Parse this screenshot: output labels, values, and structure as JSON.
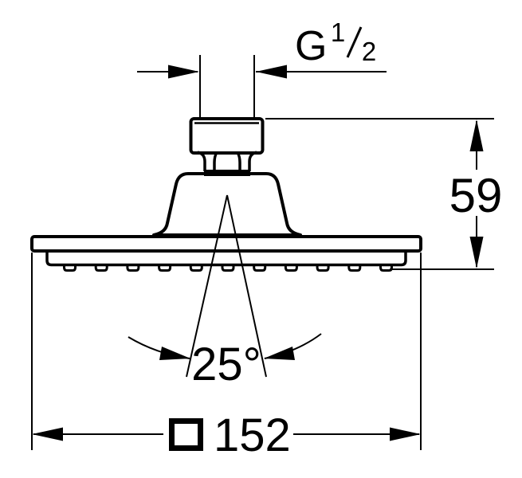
{
  "drawing": {
    "type": "technical-dimension-drawing",
    "subject": "shower-head-side-view",
    "background_color": "#ffffff",
    "line_color": "#000000",
    "labels": {
      "thread": {
        "prefix": "G",
        "numerator": "1",
        "denominator": "2"
      },
      "height": "59",
      "spray_angle": "25°",
      "width": "152"
    },
    "nozzles": {
      "count": 11
    }
  }
}
